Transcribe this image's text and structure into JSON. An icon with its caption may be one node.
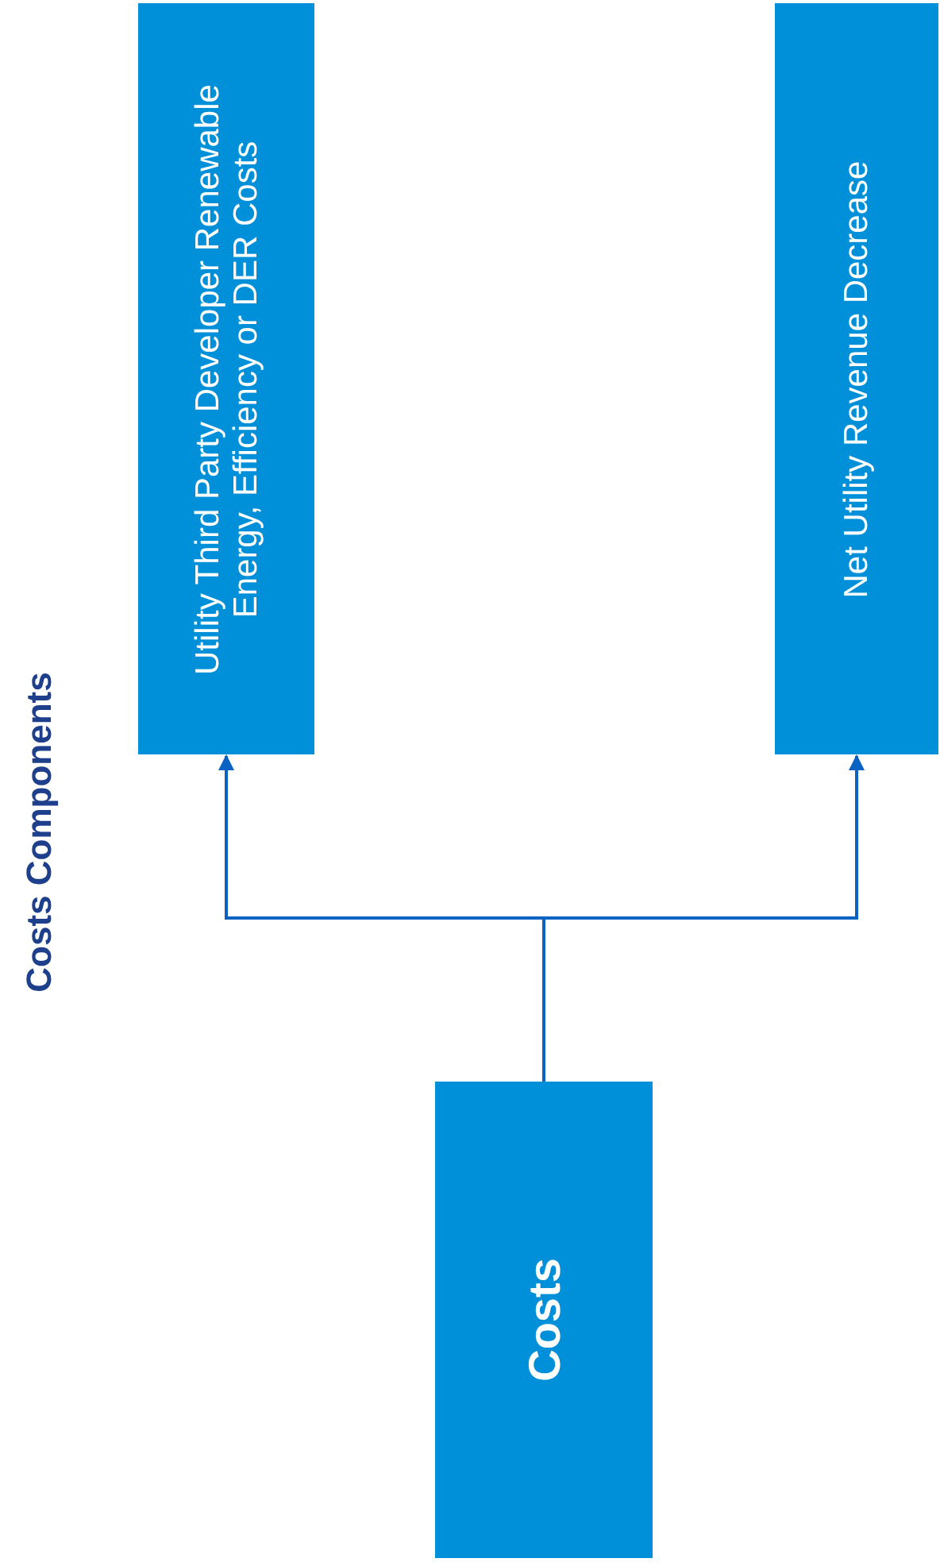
{
  "diagram": {
    "title": "Costs Components",
    "nodes": [
      {
        "text": [
          "Costs"
        ]
      },
      {
        "text": [
          "Utility Third Party Developer Renewable Energy, Efficiency or DER Costs"
        ]
      },
      {
        "text": [
          "Net Utility Revenue Decrease"
        ]
      }
    ],
    "edges": [
      {
        "from": 0,
        "to": 1,
        "arrow": "to"
      },
      {
        "from": 0,
        "to": 2,
        "arrow": "to"
      }
    ]
  }
}
